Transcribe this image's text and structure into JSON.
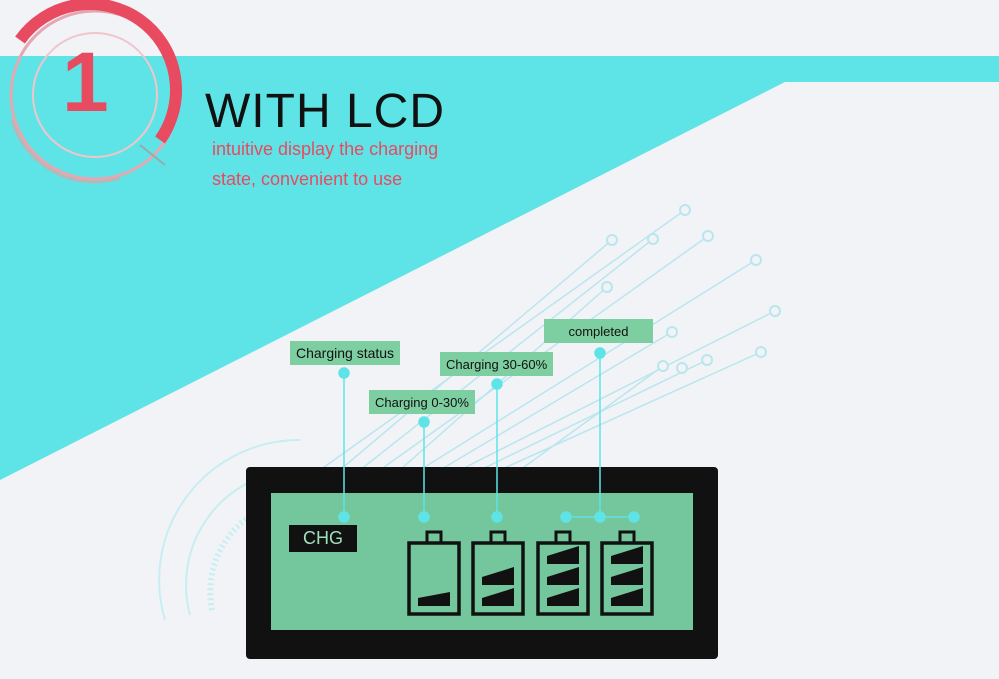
{
  "step": {
    "number": "1"
  },
  "header": {
    "title": "WITH LCD",
    "subtitle_line1": "intuitive display the charging",
    "subtitle_line2": "state, convenient to use"
  },
  "callouts": {
    "charging_status": "Charging status",
    "charging_0_30": "Charging 0-30%",
    "charging_30_60": "Charging 30-60%",
    "completed": "completed"
  },
  "lcd": {
    "chg_label": "CHG",
    "batteries": [
      {
        "state": "charging 0-30%",
        "level_bars": 1
      },
      {
        "state": "charging 30-60%",
        "level_bars": 2
      },
      {
        "state": "completed",
        "level_bars": 3
      },
      {
        "state": "completed",
        "level_bars": 3
      }
    ]
  },
  "colors": {
    "accent_cyan": "#5ee4e6",
    "accent_red": "#e84a60",
    "lcd_green": "#74c69c",
    "callout_green": "#7dcea0"
  }
}
